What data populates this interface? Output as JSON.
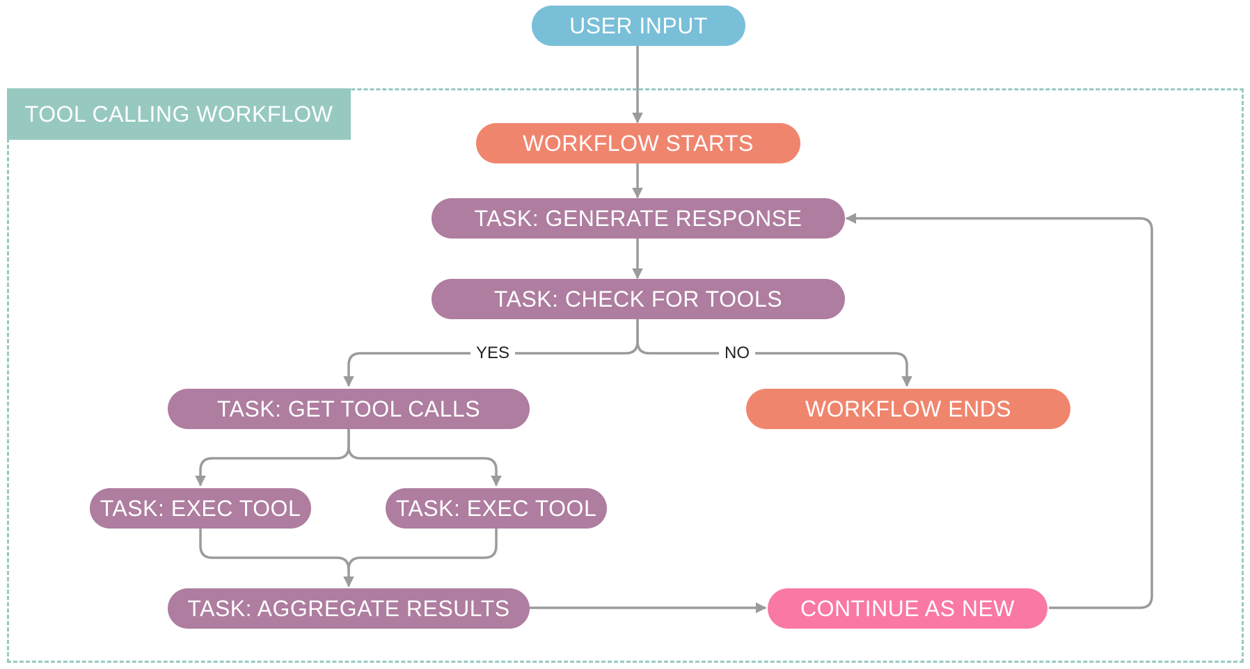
{
  "container": {
    "label": "TOOL CALLING WORKFLOW"
  },
  "nodes": {
    "user_input": "USER INPUT",
    "workflow_starts": "WORKFLOW STARTS",
    "generate_response": "TASK: GENERATE RESPONSE",
    "check_for_tools": "TASK: CHECK FOR TOOLS",
    "get_tool_calls": "TASK: GET TOOL CALLS",
    "workflow_ends": "WORKFLOW ENDS",
    "exec_tool_1": "TASK: EXEC TOOL",
    "exec_tool_2": "TASK: EXEC TOOL",
    "aggregate_results": "TASK: AGGREGATE RESULTS",
    "continue_as_new": "CONTINUE AS NEW"
  },
  "edge_labels": {
    "yes": "YES",
    "no": "NO"
  },
  "colors": {
    "input": "#79bfd8",
    "terminal": "#f0856e",
    "task": "#ae7d9f",
    "continue": "#fa78a4",
    "frame": "#97c9c1",
    "connector": "#9b9b9b"
  }
}
